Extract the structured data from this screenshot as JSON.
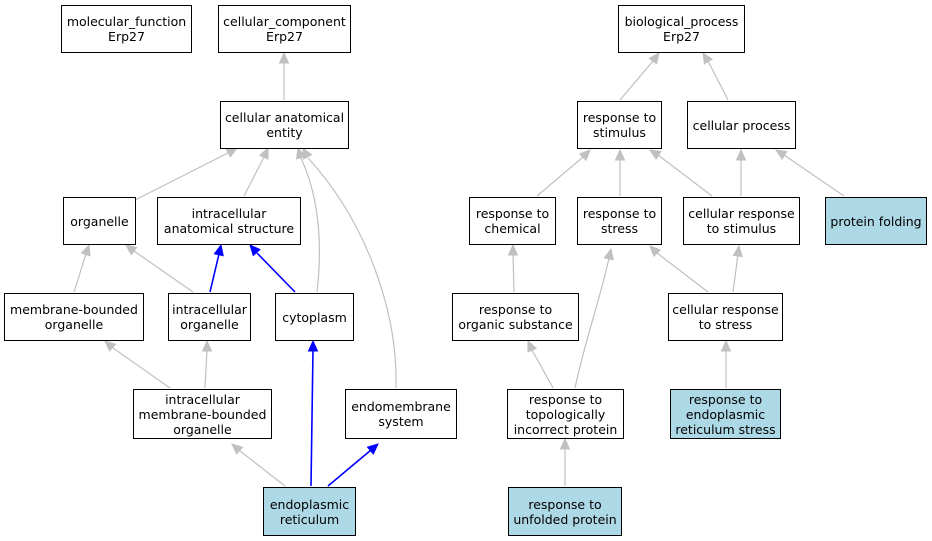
{
  "colors": {
    "highlight": "#add8e6",
    "gray_edge": "#c0c0c0",
    "blue_edge": "#0000ff",
    "node_border": "#000000"
  },
  "nodes": {
    "mf_root": {
      "label": "molecular_function\nErp27"
    },
    "cc_root": {
      "label": "cellular_component\nErp27"
    },
    "bp_root": {
      "label": "biological_process\nErp27"
    },
    "cae": {
      "label": "cellular anatomical\nentity"
    },
    "organelle": {
      "label": "organelle"
    },
    "ias": {
      "label": "intracellular\nanatomical structure"
    },
    "mbo": {
      "label": "membrane-bounded\norganelle"
    },
    "io": {
      "label": "intracellular\norganelle"
    },
    "cytoplasm": {
      "label": "cytoplasm"
    },
    "imbo": {
      "label": "intracellular\nmembrane-bounded\norganelle"
    },
    "ems": {
      "label": "endomembrane\nsystem"
    },
    "er": {
      "label": "endoplasmic\nreticulum",
      "highlighted": true
    },
    "rts": {
      "label": "response to\nstimulus"
    },
    "cp": {
      "label": "cellular process"
    },
    "rtc": {
      "label": "response to\nchemical"
    },
    "rtst": {
      "label": "response to\nstress"
    },
    "crts": {
      "label": "cellular response\nto stimulus"
    },
    "pf": {
      "label": "protein folding",
      "highlighted": true
    },
    "rtos": {
      "label": "response to\norganic substance"
    },
    "crtst": {
      "label": "cellular response\nto stress"
    },
    "rttip": {
      "label": "response to\ntopologically\nincorrect protein"
    },
    "rters": {
      "label": "response to\nendoplasmic\nreticulum stress",
      "highlighted": true
    },
    "rtup": {
      "label": "response to\nunfolded protein",
      "highlighted": true
    }
  },
  "edges": [
    {
      "from": "cae",
      "to": "cc_root",
      "color": "gray"
    },
    {
      "from": "organelle",
      "to": "cae",
      "color": "gray"
    },
    {
      "from": "ias",
      "to": "cae",
      "color": "gray"
    },
    {
      "from": "cytoplasm",
      "to": "cae",
      "color": "gray"
    },
    {
      "from": "ems",
      "to": "cae",
      "color": "gray"
    },
    {
      "from": "mbo",
      "to": "organelle",
      "color": "gray"
    },
    {
      "from": "io",
      "to": "organelle",
      "color": "gray"
    },
    {
      "from": "io",
      "to": "ias",
      "color": "blue"
    },
    {
      "from": "cytoplasm",
      "to": "ias",
      "color": "blue"
    },
    {
      "from": "imbo",
      "to": "mbo",
      "color": "gray"
    },
    {
      "from": "imbo",
      "to": "io",
      "color": "gray"
    },
    {
      "from": "er",
      "to": "imbo",
      "color": "gray"
    },
    {
      "from": "er",
      "to": "cytoplasm",
      "color": "blue"
    },
    {
      "from": "er",
      "to": "ems",
      "color": "blue"
    },
    {
      "from": "rts",
      "to": "bp_root",
      "color": "gray"
    },
    {
      "from": "cp",
      "to": "bp_root",
      "color": "gray"
    },
    {
      "from": "rtc",
      "to": "rts",
      "color": "gray"
    },
    {
      "from": "rtst",
      "to": "rts",
      "color": "gray"
    },
    {
      "from": "crts",
      "to": "rts",
      "color": "gray"
    },
    {
      "from": "crts",
      "to": "cp",
      "color": "gray"
    },
    {
      "from": "pf",
      "to": "cp",
      "color": "gray"
    },
    {
      "from": "rtos",
      "to": "rtc",
      "color": "gray"
    },
    {
      "from": "crtst",
      "to": "rtst",
      "color": "gray"
    },
    {
      "from": "crtst",
      "to": "crts",
      "color": "gray"
    },
    {
      "from": "rttip",
      "to": "rtos",
      "color": "gray"
    },
    {
      "from": "rttip",
      "to": "rtst",
      "color": "gray"
    },
    {
      "from": "rters",
      "to": "crtst",
      "color": "gray"
    },
    {
      "from": "rtup",
      "to": "rttip",
      "color": "gray"
    }
  ]
}
